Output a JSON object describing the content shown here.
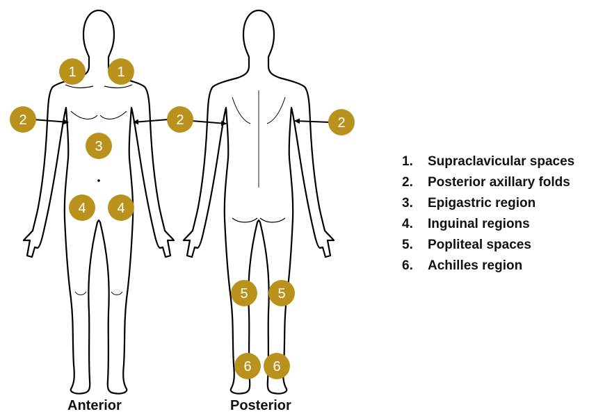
{
  "markers": {
    "color": "#b8921c",
    "text_color": "#ffffff",
    "items": [
      {
        "label": "1"
      },
      {
        "label": "1"
      },
      {
        "label": "2"
      },
      {
        "label": "2"
      },
      {
        "label": "2"
      },
      {
        "label": "3"
      },
      {
        "label": "4"
      },
      {
        "label": "4"
      },
      {
        "label": "5"
      },
      {
        "label": "5"
      },
      {
        "label": "6"
      },
      {
        "label": "6"
      }
    ]
  },
  "figures": {
    "anterior_label": "Anterior",
    "posterior_label": "Posterior"
  },
  "legend": {
    "items": [
      {
        "num": "1.",
        "text": "Supraclavicular spaces"
      },
      {
        "num": "2.",
        "text": "Posterior axillary folds"
      },
      {
        "num": "3.",
        "text": "Epigastric region"
      },
      {
        "num": "4.",
        "text": "Inguinal regions"
      },
      {
        "num": "5.",
        "text": "Popliteal spaces"
      },
      {
        "num": "6.",
        "text": "Achilles region"
      }
    ]
  }
}
